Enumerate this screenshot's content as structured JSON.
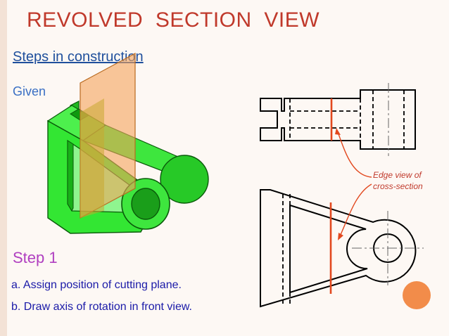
{
  "slide": {
    "title": "REVOLVED  SECTION  VIEW",
    "subtitle": "Steps in construction",
    "given": "Given",
    "step": "Step 1",
    "instructions": [
      "a. Assign position of cutting plane.",
      "b. Draw axis of rotation in front view."
    ],
    "annotation": [
      "Edge view of",
      "cross-section"
    ]
  },
  "colors": {
    "title": "#c0392b",
    "green": "#33e633",
    "cutting_plane": "#f5a45a",
    "edge_line": "#e2481e",
    "nav": "#f28c4a"
  }
}
